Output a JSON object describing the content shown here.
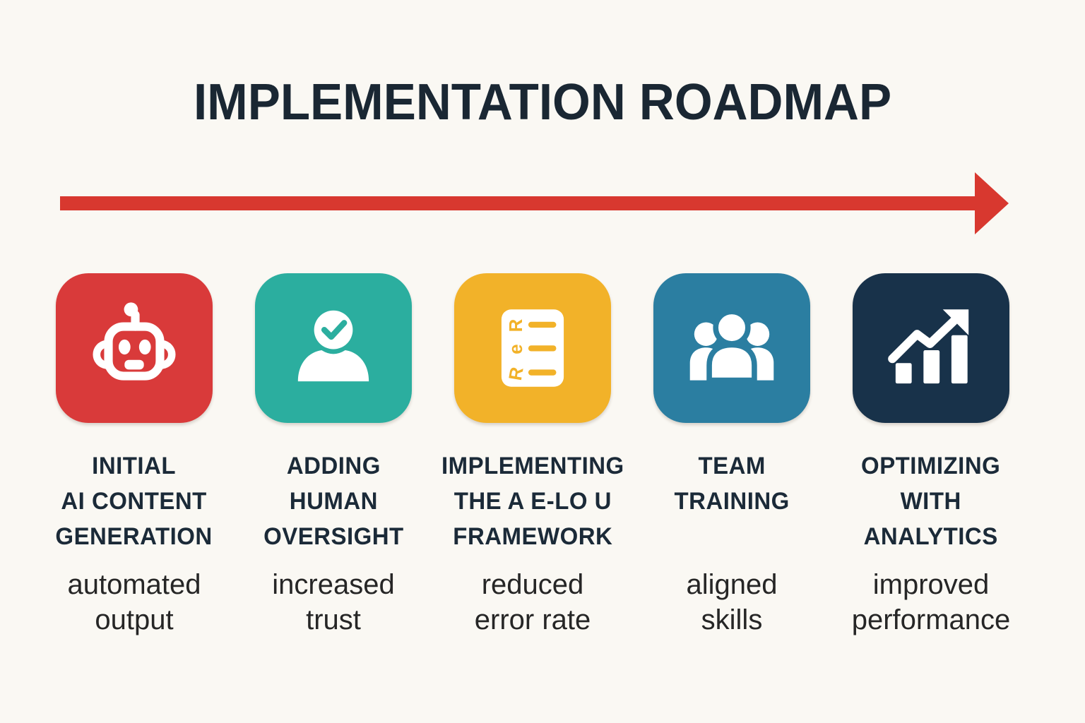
{
  "title": "IMPLEMENTATION ROADMAP",
  "colors": {
    "background": "#faf8f3",
    "heading_text": "#1b2a38",
    "benefit_text": "#262626",
    "icon_foreground": "#ffffff"
  },
  "arrow": {
    "color": "#d8382f",
    "direction": "right"
  },
  "steps": [
    {
      "icon": "robot-icon",
      "color": "#d93a3a",
      "heading": "INITIAL\nAI CONTENT\nGENERATION",
      "benefit": "automated\noutput"
    },
    {
      "icon": "person-check-icon",
      "color": "#2bae9f",
      "heading": "ADDING\nHUMAN\nOVERSIGHT",
      "benefit": "increased\ntrust"
    },
    {
      "icon": "checklist-icon",
      "color": "#f2b229",
      "heading": "IMPLEMENTING\nTHE A E-LO U\nFRAMEWORK",
      "benefit": "reduced\nerror rate",
      "glyphs": [
        "R",
        "e",
        "R"
      ]
    },
    {
      "icon": "team-icon",
      "color": "#2b7ea1",
      "heading": "TEAM\nTRAINING",
      "benefit": "aligned\nskills"
    },
    {
      "icon": "analytics-icon",
      "color": "#18324a",
      "heading": "OPTIMIZING\nWITH\nANALYTICS",
      "benefit": "improved\nperformance"
    }
  ]
}
